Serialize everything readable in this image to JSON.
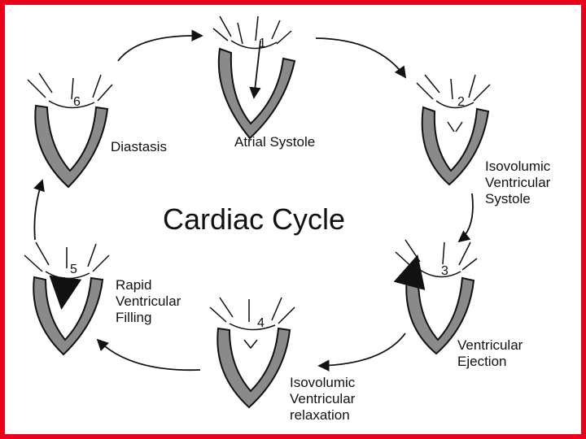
{
  "title": "Cardiac Cycle",
  "colors": {
    "border": "#e8001c",
    "ink": "#111111",
    "wall": "#8a8a8a"
  },
  "stages": [
    {
      "number": "1",
      "label_lines": [
        "Atrial Systole"
      ]
    },
    {
      "number": "2",
      "label_lines": [
        "Isovolumic",
        "Ventricular",
        "Systole"
      ]
    },
    {
      "number": "3",
      "label_lines": [
        "Ventricular",
        "Ejection"
      ]
    },
    {
      "number": "4",
      "label_lines": [
        "Isovolumic",
        "Ventricular",
        "relaxation"
      ]
    },
    {
      "number": "5",
      "label_lines": [
        "Rapid",
        "Ventricular",
        "Filling"
      ]
    },
    {
      "number": "6",
      "label_lines": [
        "Diastasis"
      ]
    }
  ]
}
